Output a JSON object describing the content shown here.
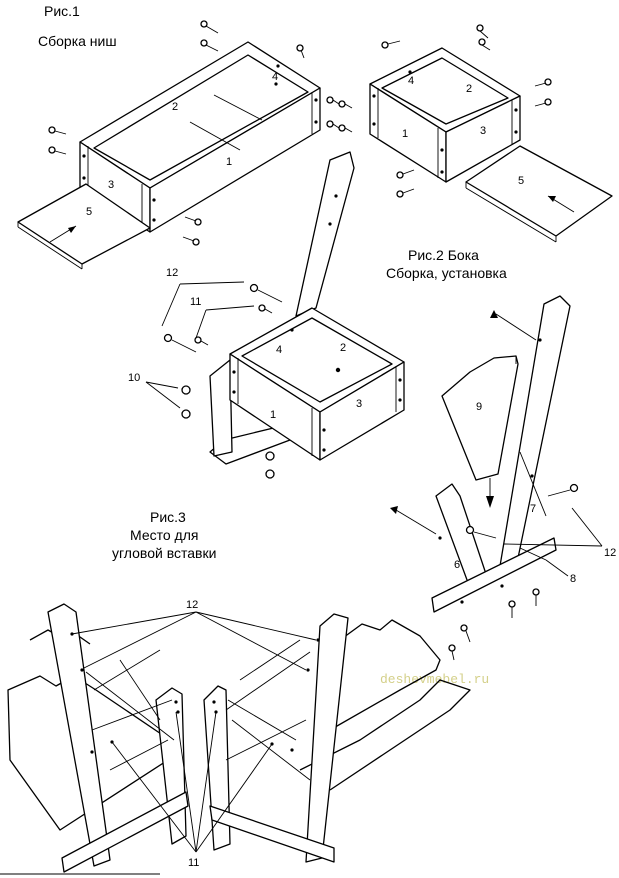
{
  "figure1": {
    "title": "Рис.1",
    "subtitle": "Сборка ниш"
  },
  "figure2": {
    "title": "Рис.2 Бока",
    "subtitle": "Сборка, установка"
  },
  "figure3": {
    "title": "Рис.3",
    "line2": "Место для",
    "line3": "угловой вставки"
  },
  "watermark": "deshevmebel.ru",
  "part_labels": {
    "p1": "1",
    "p2": "2",
    "p3": "3",
    "p4": "4",
    "p5": "5",
    "p6": "6",
    "p7": "7",
    "p8": "8",
    "p9": "9",
    "p10": "10",
    "p11": "11",
    "p12": "12"
  }
}
